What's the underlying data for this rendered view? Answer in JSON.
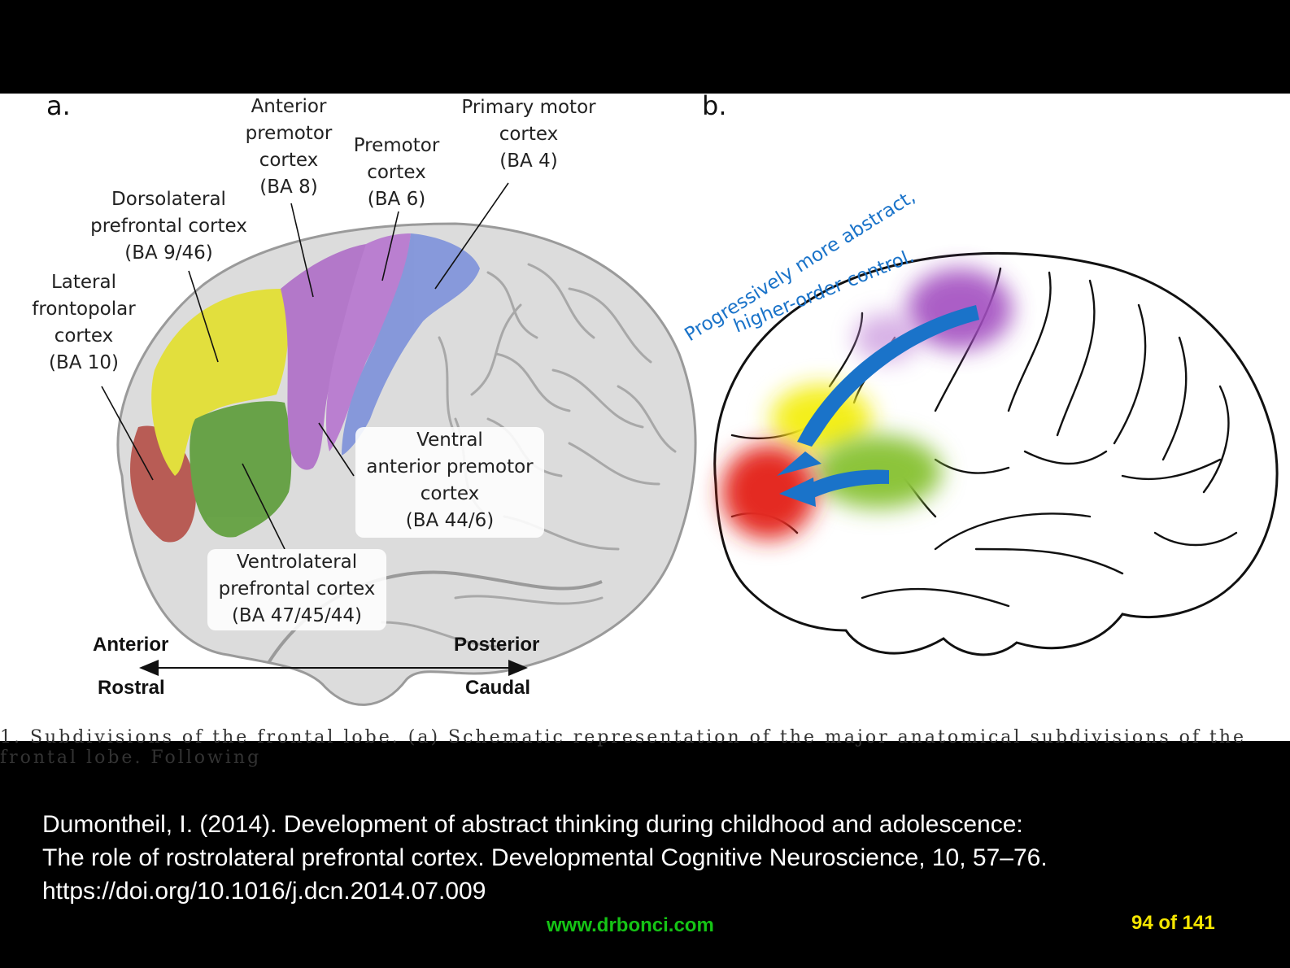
{
  "panel_a": {
    "letter": "a.",
    "labels": {
      "anterior_premotor": "Anterior\npremotor\ncortex\n(BA 8)",
      "premotor": "Premotor\ncortex\n(BA 6)",
      "primary_motor": "Primary motor\ncortex\n(BA 4)",
      "dorsolateral": "Dorsolateral\nprefrontal cortex\n(BA 9/46)",
      "lateral_frontopolar": "Lateral\nfrontopolar\ncortex\n(BA 10)",
      "ventral_anterior_premotor": "Ventral\nanterior premotor\ncortex\n(BA 44/6)",
      "ventrolateral": "Ventrolateral\nprefrontal cortex\n(BA 47/45/44)"
    },
    "axis": {
      "anterior": "Anterior",
      "posterior": "Posterior",
      "rostral": "Rostral",
      "caudal": "Caudal"
    },
    "region_colors": {
      "frontopolar": "#b5524a",
      "dorsolateral": "#e3e030",
      "ventrolateral": "#5f9e3c",
      "anterior_premotor": "#b070c8",
      "premotor": "#b878d0",
      "primary_motor": "#7f93da"
    }
  },
  "panel_b": {
    "letter": "b.",
    "arrow_text_line1": "Progressively more abstract,",
    "arrow_text_line2": "higher-order control.",
    "arrow_color": "#1a73c9",
    "blob_colors": [
      "#a24ec0",
      "#f4ef1c",
      "#8cc43a",
      "#e42a20"
    ]
  },
  "cut_caption": "1. Subdivisions of the frontal lobe. (a) Schematic representation of the major anatomical subdivisions of the frontal lobe. Following",
  "citation": {
    "line1": "Dumontheil, I. (2014). Development of abstract thinking during childhood and adolescence:",
    "line2": "The role of rostrolateral prefrontal cortex. Developmental Cognitive Neuroscience, 10, 57–76.",
    "line3": "https://doi.org/10.1016/j.dcn.2014.07.009"
  },
  "footer": {
    "website": "www.drbonci.com",
    "page": "94 of 141"
  }
}
